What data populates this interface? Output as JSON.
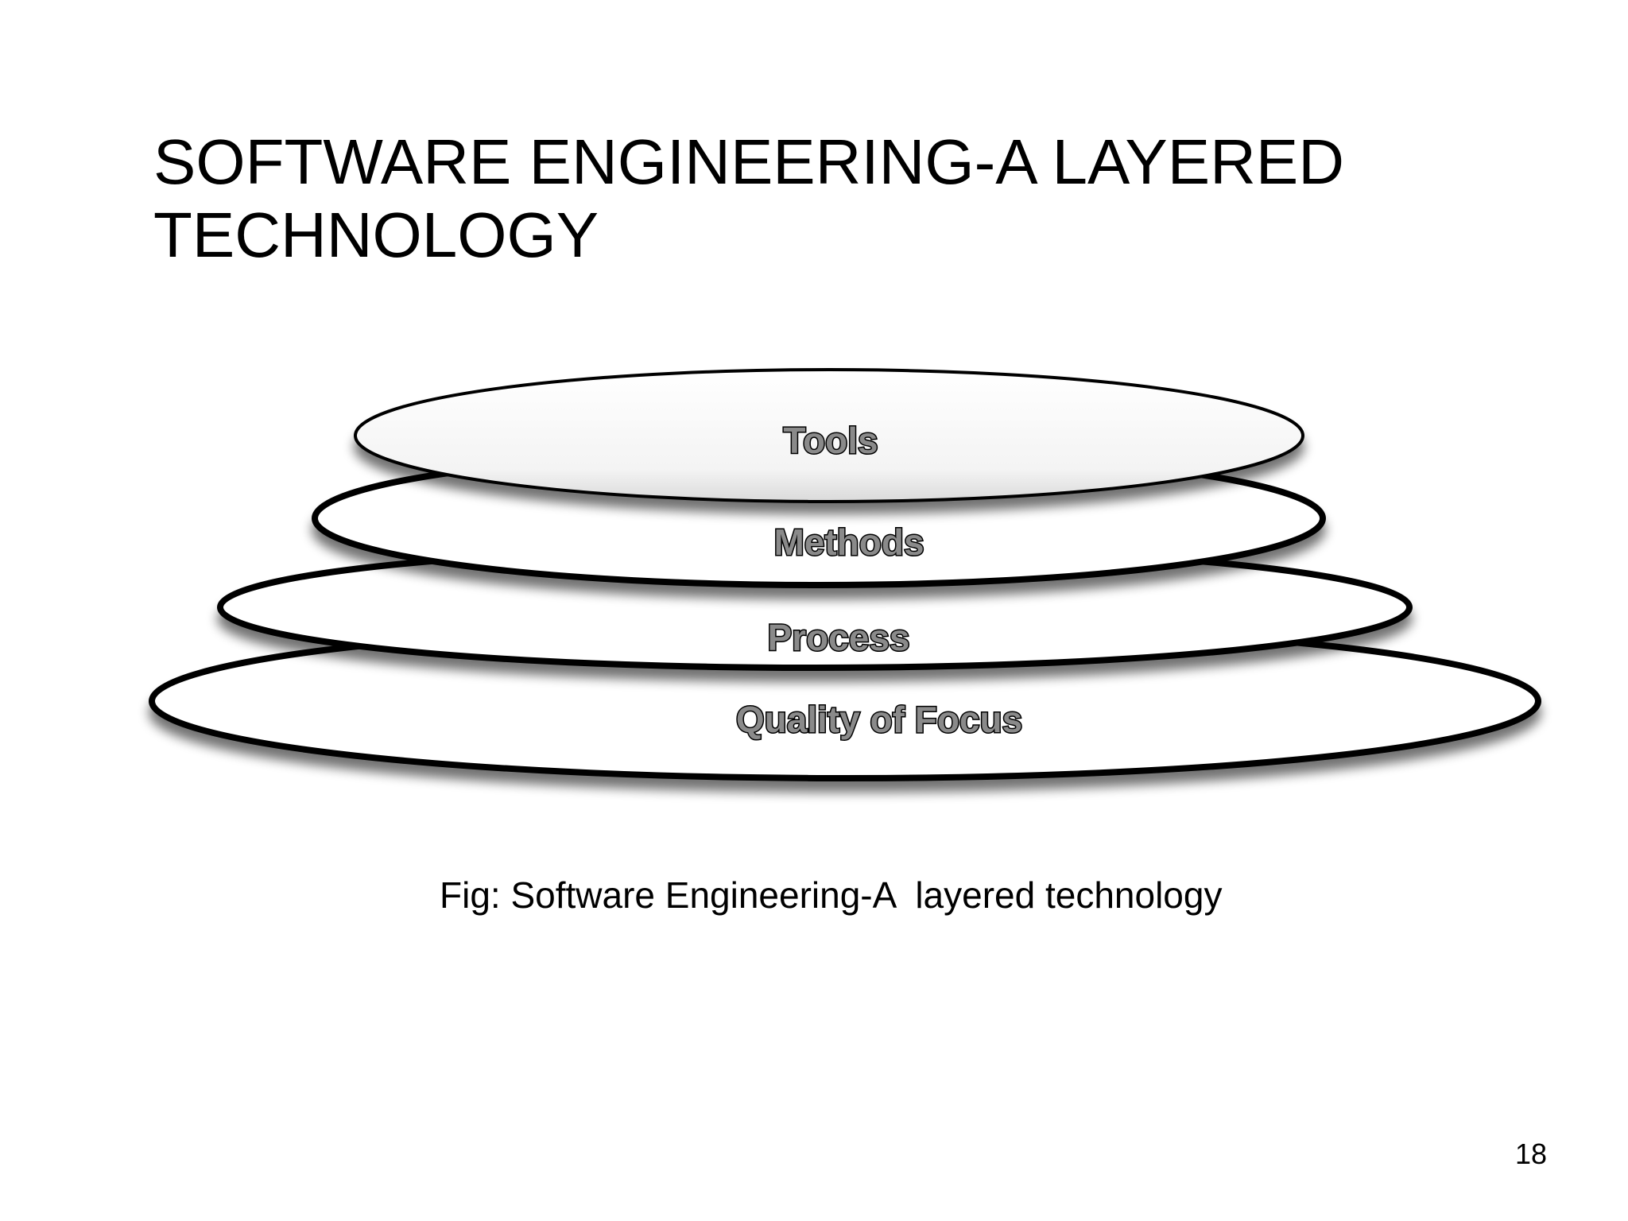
{
  "slide": {
    "title_line1": "SOFTWARE ENGINEERING-A LAYERED",
    "title_line2": "TECHNOLOGY",
    "caption": "Fig: Software Engineering-A  layered technology",
    "page_number": "18"
  },
  "diagram": {
    "layers": [
      {
        "label": "Quality of Focus"
      },
      {
        "label": "Process"
      },
      {
        "label": "Methods"
      },
      {
        "label": "Tools"
      }
    ],
    "colors": {
      "layer_fill": "#ffffff",
      "layer_outline": "#000000",
      "label_fill": "#8a8a8a",
      "shadow": "#9a9a9a"
    }
  }
}
